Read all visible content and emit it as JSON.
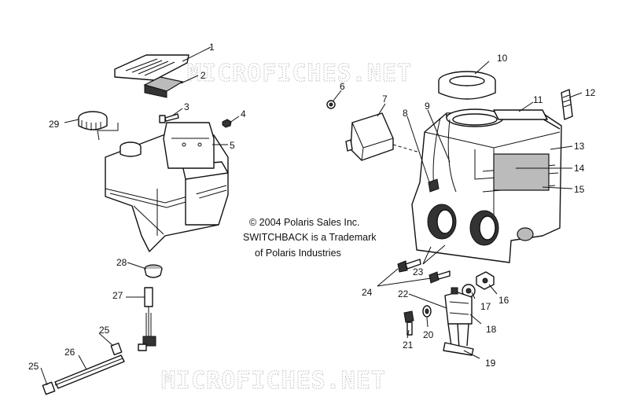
{
  "watermarks": {
    "top": "MICROFICHES.NET",
    "bottom": "MICROFICHES.NET"
  },
  "notes": {
    "copyright": "© 2004 Polaris Sales Inc.",
    "trademark_line1": "SWITCHBACK is a Trademark",
    "trademark_line2": "of Polaris Industries"
  },
  "callouts": {
    "c1": "1",
    "c2": "2",
    "c3": "3",
    "c4": "4",
    "c5": "5",
    "c6": "6",
    "c7": "7",
    "c8": "8",
    "c9": "9",
    "c10": "10",
    "c11": "11",
    "c12": "12",
    "c13": "13",
    "c14": "14",
    "c15": "15",
    "c16": "16",
    "c17": "17",
    "c18": "18",
    "c19": "19",
    "c20": "20",
    "c21": "21",
    "c22": "22",
    "c23": "23",
    "c24": "24",
    "c25a": "25",
    "c25b": "25",
    "c26": "26",
    "c27": "27",
    "c28": "28",
    "c29": "29"
  }
}
